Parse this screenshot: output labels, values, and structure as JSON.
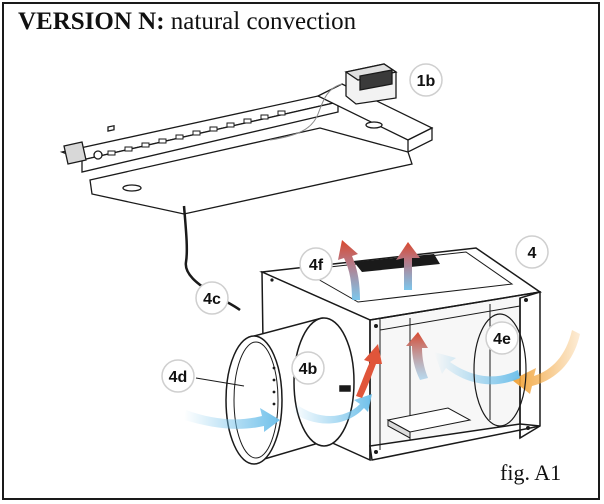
{
  "title": {
    "bold": "VERSION N:",
    "rest": " natural convection"
  },
  "caption": "fig. A1",
  "labels": {
    "l1b": "1b",
    "l4": "4",
    "l4f": "4f",
    "l4c": "4c",
    "l4d": "4d",
    "l4b": "4b",
    "l4e": "4e"
  },
  "colors": {
    "cold_air": "#6fc0ea",
    "warm_air": "#f2a43a",
    "hot_air": "#d9482e",
    "line": "#1a1a1a"
  }
}
